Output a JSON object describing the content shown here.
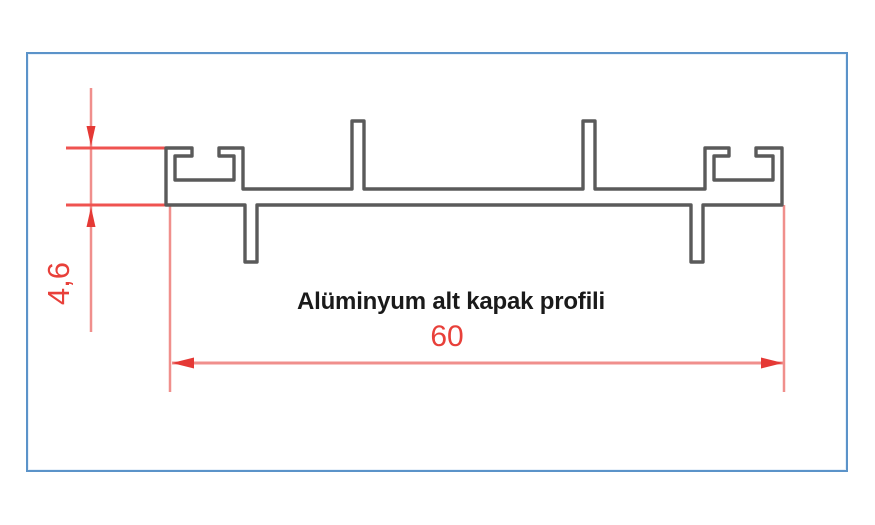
{
  "document": {
    "type": "technical-drawing",
    "subject": "aluminium-bottom-cover-profile-cross-section",
    "background_color": "#ffffff"
  },
  "frame": {
    "border_color": "#5b93c9",
    "fill_color": "#ffffff"
  },
  "labels": {
    "caption": "Alüminyum alt kapak profili",
    "caption_color": "#1a1a1a"
  },
  "dimensions": {
    "width": {
      "value": "60",
      "label": "60",
      "color": "#e8403a",
      "orientation": "horizontal"
    },
    "height": {
      "value": "4,6",
      "label": "4,6",
      "color": "#e8403a",
      "orientation": "vertical"
    }
  },
  "profile": {
    "stroke_color": "#5a5a5a",
    "fill": "none",
    "description": "extruded aluminium sill cover profile with symmetric hook channels, two upright fins and two drop fins"
  }
}
